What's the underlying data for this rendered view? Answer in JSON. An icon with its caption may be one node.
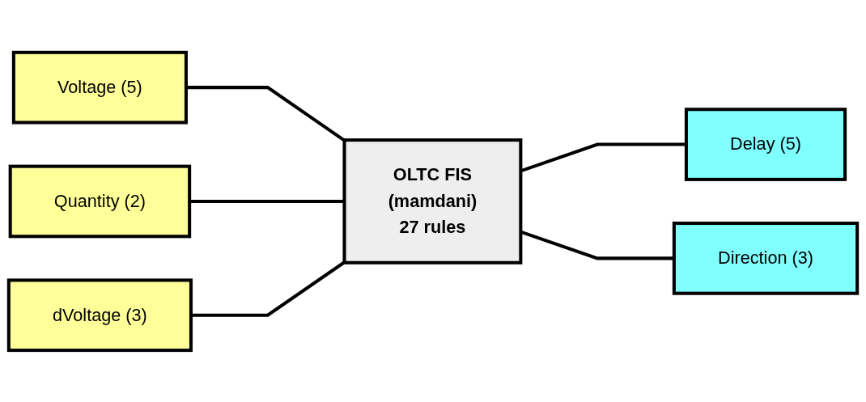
{
  "diagram": {
    "nodes": [
      {
        "text": [
          "Voltage (5)"
        ]
      },
      {
        "text": [
          "Quantity (2)"
        ]
      },
      {
        "text": [
          "dVoltage (3)"
        ]
      },
      {
        "text": [
          "OLTC FIS",
          "(mamdani)",
          "27 rules"
        ]
      },
      {
        "text": [
          "Delay (5)"
        ]
      },
      {
        "text": [
          "Direction (3)"
        ]
      }
    ],
    "edges": [
      {
        "from": 0,
        "to": 3,
        "arrow": "none"
      },
      {
        "from": 1,
        "to": 3,
        "arrow": "none"
      },
      {
        "from": 2,
        "to": 3,
        "arrow": "none"
      },
      {
        "from": 3,
        "to": 4,
        "arrow": "none"
      },
      {
        "from": 3,
        "to": 5,
        "arrow": "none"
      }
    ]
  }
}
